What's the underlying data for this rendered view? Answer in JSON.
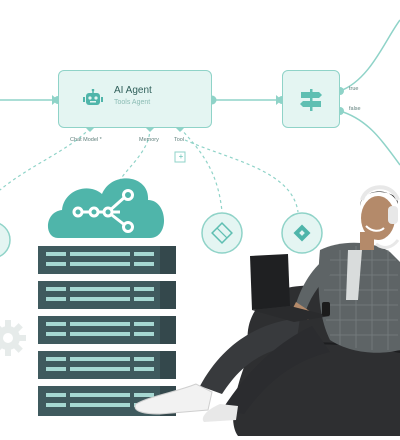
{
  "canvas": {
    "agent_node": {
      "title": "AI Agent",
      "subtitle": "Tools Agent",
      "icon": "robot-icon"
    },
    "agent_ports": {
      "chat_model": "Chat Model *",
      "memory": "Memory",
      "tool": "Tool"
    },
    "switch_node": {
      "icon": "signpost-icon",
      "outputs": {
        "true_label": "true",
        "false_label": "false"
      }
    },
    "add_tool_button": "+",
    "colors": {
      "node_fill": "#e4f5f2",
      "node_border": "#8fd3c8",
      "connector": "#8fd3c8",
      "cloud": "#4fb5aa",
      "server": "#3f5a5e"
    }
  }
}
